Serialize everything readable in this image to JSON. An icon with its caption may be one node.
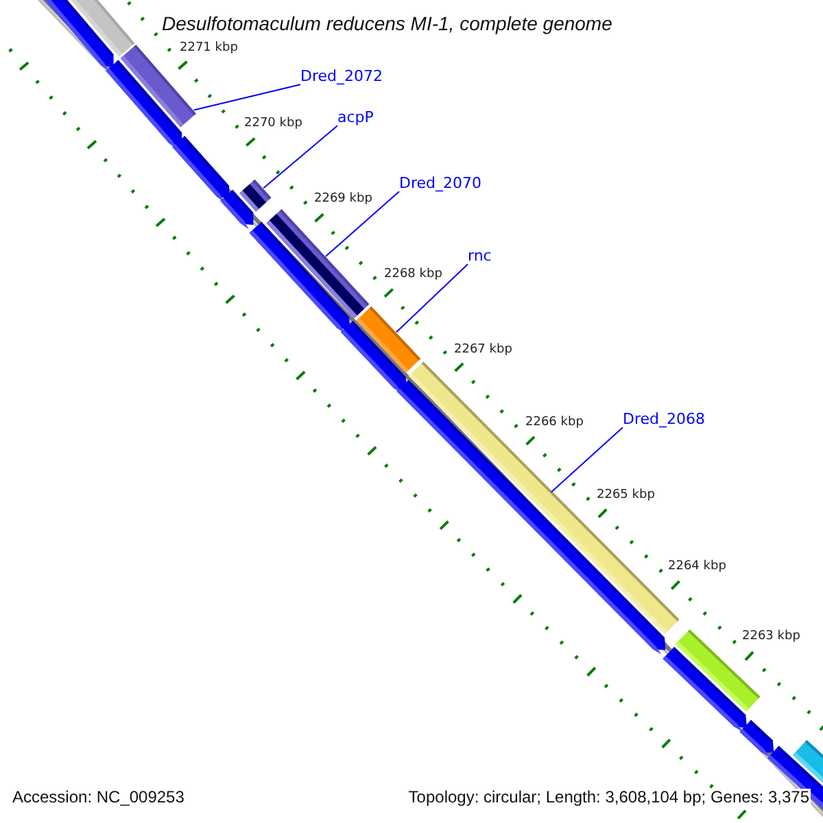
{
  "diagram": {
    "title": "Desulfotomaculum reducens MI-1, complete genome",
    "nodes": [
      {
        "text": [
          "Dred_2072"
        ]
      },
      {
        "text": [],
        "shape": "bar"
      },
      {
        "text": [
          "acpP"
        ]
      },
      {
        "text": [],
        "shape": "bar"
      },
      {
        "text": [
          "Dred_2070"
        ]
      },
      {
        "text": [],
        "shape": "bar"
      },
      {
        "text": [
          "rnc"
        ]
      },
      {
        "text": [],
        "shape": "bar"
      },
      {
        "text": [
          "Dred_2068"
        ]
      },
      {
        "text": [],
        "shape": "bar"
      }
    ],
    "edges": [
      {
        "from": 0,
        "to": 1,
        "arrow": "none"
      },
      {
        "from": 2,
        "to": 3,
        "arrow": "none"
      },
      {
        "from": 4,
        "to": 5,
        "arrow": "none"
      },
      {
        "from": 6,
        "to": 7,
        "arrow": "none"
      },
      {
        "from": 8,
        "to": 9,
        "arrow": "none"
      }
    ],
    "labels": [
      "2271 kbp",
      "2270 kbp",
      "2269 kbp",
      "2268 kbp",
      "2267 kbp",
      "2266 kbp",
      "2265 kbp",
      "2264 kbp",
      "2263 kbp",
      "Accession: NC_009253",
      "Topology: circular; Length: 3,608,104 bp; Genes: 3,375"
    ]
  }
}
